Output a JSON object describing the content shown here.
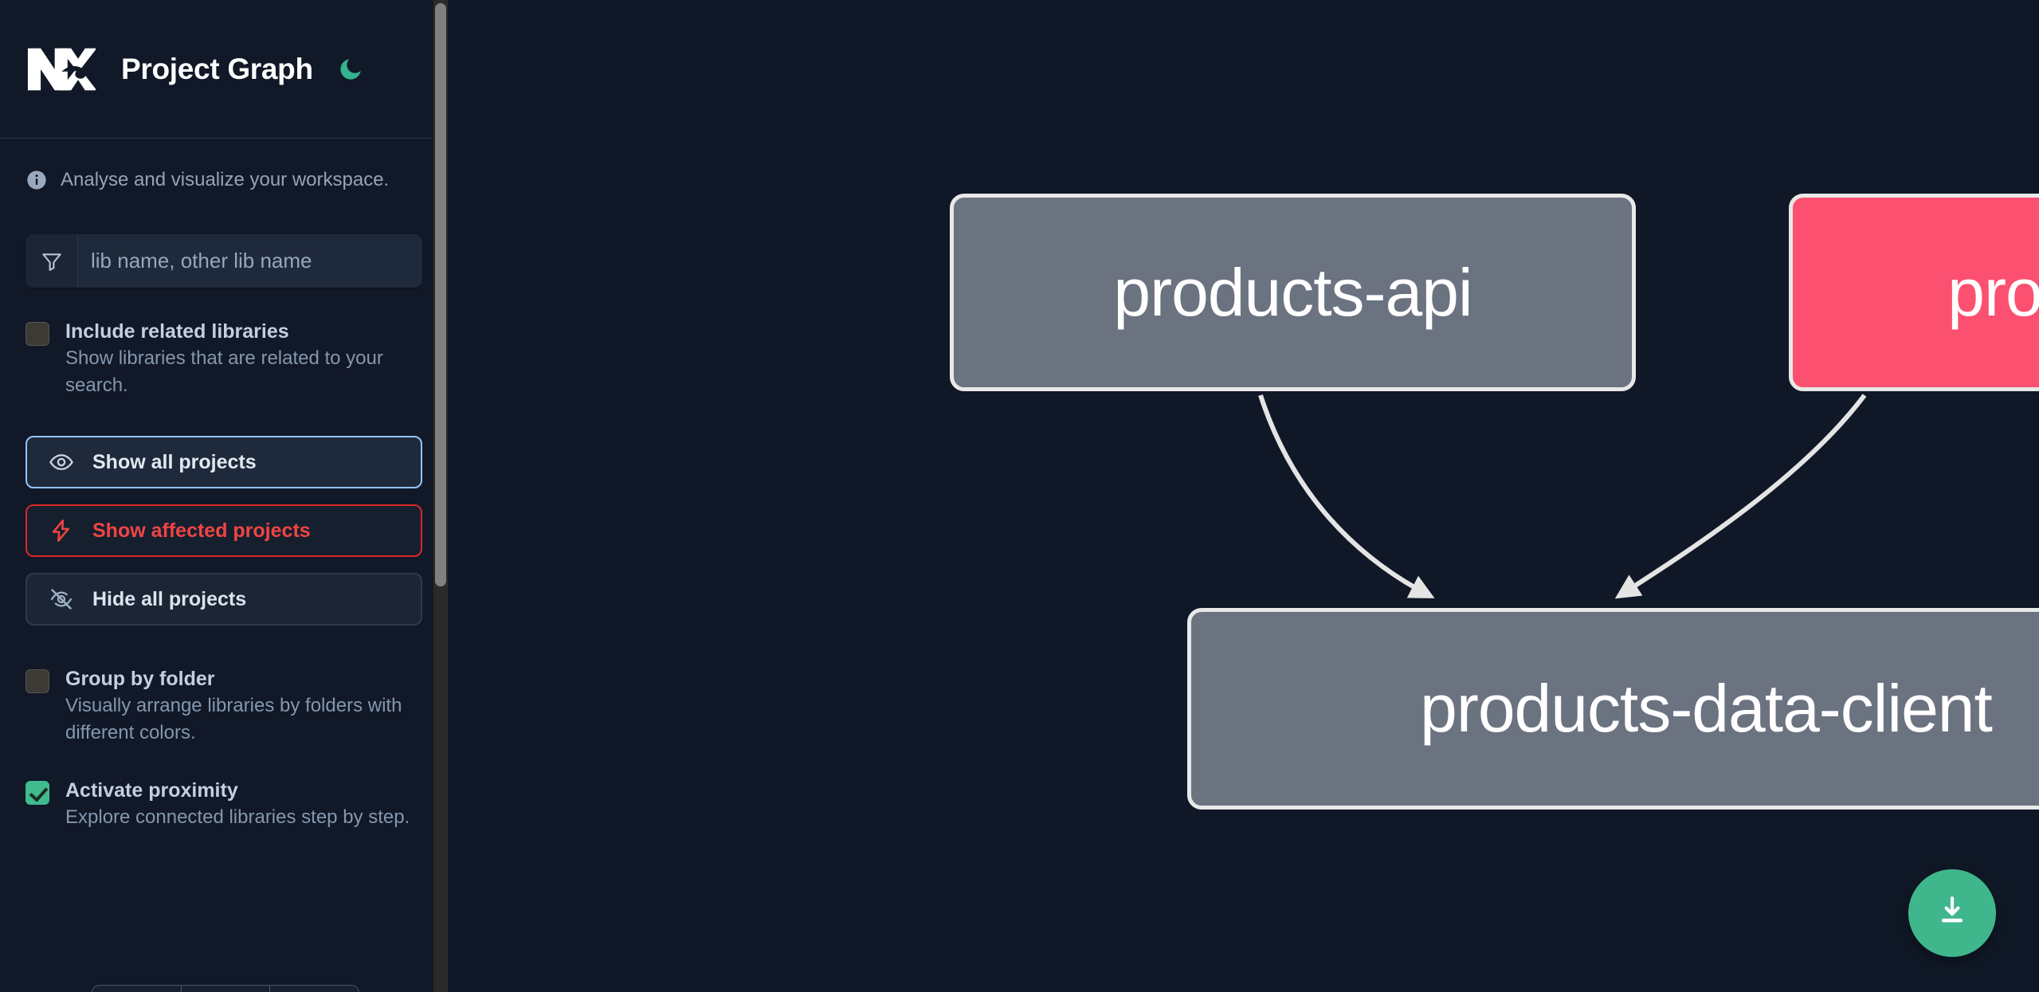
{
  "header": {
    "logo_alt": "nx-logo",
    "title": "Project Graph",
    "theme_toggle_icon": "moon-icon"
  },
  "sidebar": {
    "analyse": {
      "icon": "info-icon",
      "text": "Analyse and visualize your workspace."
    },
    "filter": {
      "icon": "funnel-icon",
      "placeholder": "lib name, other lib name",
      "value": ""
    },
    "options": [
      {
        "id": "include-related-libraries",
        "label": "Include related libraries",
        "description": "Show libraries that are related to your search.",
        "checked": false
      },
      {
        "id": "group-by-folder",
        "label": "Group by folder",
        "description": "Visually arrange libraries by folders with different colors.",
        "checked": false
      },
      {
        "id": "activate-proximity",
        "label": "Activate proximity",
        "description": "Explore connected libraries step by step.",
        "checked": true
      }
    ],
    "buttons": [
      {
        "id": "show-all-projects",
        "label": "Show all projects",
        "icon": "eye-icon",
        "style": "primary"
      },
      {
        "id": "show-affected-projects",
        "label": "Show affected projects",
        "icon": "lightning-icon",
        "style": "danger"
      },
      {
        "id": "hide-all-projects",
        "label": "Hide all projects",
        "icon": "eye-off-icon",
        "style": "plain"
      }
    ],
    "scrollbar": {
      "name": "sidebar-scrollbar"
    }
  },
  "graph": {
    "nodes": [
      {
        "id": "products-api",
        "label": "products-api",
        "color": "#6b7280",
        "state": "default"
      },
      {
        "id": "products-cli",
        "label": "products-cli",
        "color": "#fb5070",
        "state": "affected"
      },
      {
        "id": "products-data-client",
        "label": "products-data-client",
        "color": "#6b7280",
        "state": "default"
      }
    ],
    "edges": [
      {
        "from": "products-api",
        "to": "products-data-client"
      },
      {
        "from": "products-cli",
        "to": "products-data-client"
      }
    ],
    "download_button": {
      "icon": "download-icon",
      "color": "#3fb68b"
    }
  },
  "colors": {
    "background": "#0f172a",
    "sidebar": "#111827",
    "graph_background": "#101827",
    "accent_green": "#3fb68b",
    "accent_red": "#ef4444",
    "accent_blue": "#93c5fd",
    "node_default": "#6b7280",
    "node_affected": "#fb5070"
  }
}
